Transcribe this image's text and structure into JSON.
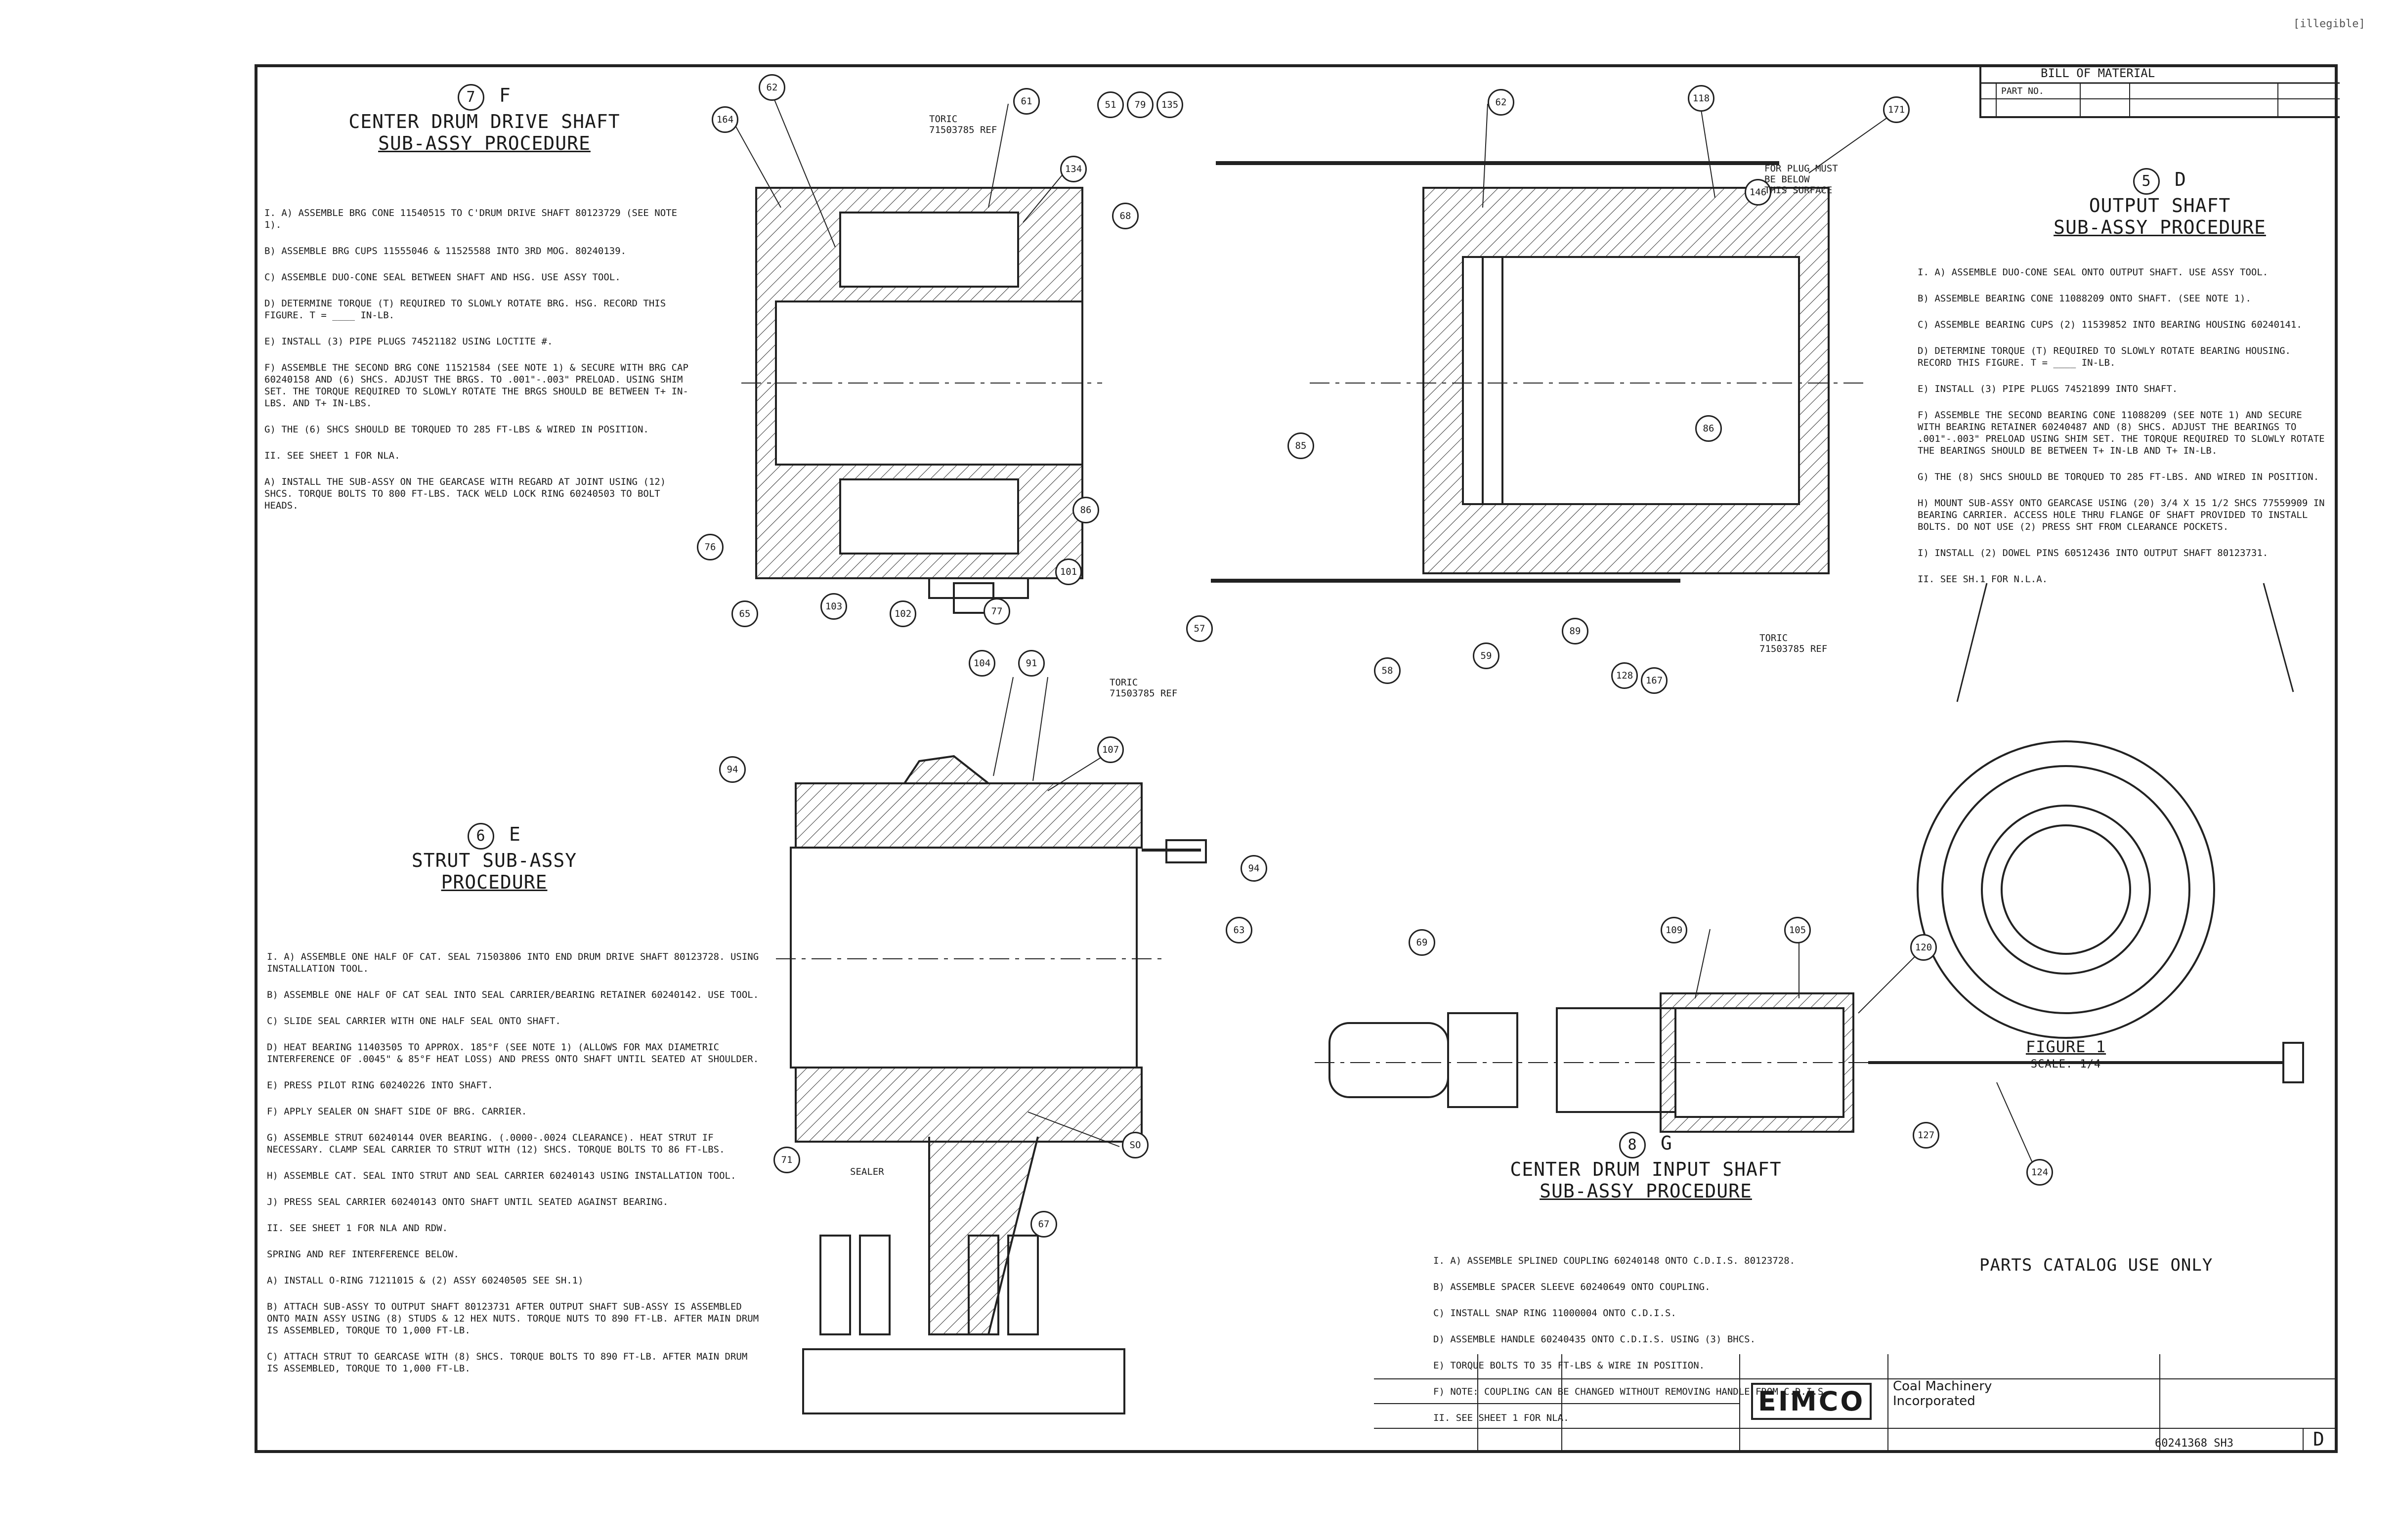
{
  "drawing_id": "[illegible]",
  "bill_of_material": {
    "title": "BILL OF MATERIAL",
    "part_no_label": "PART NO."
  },
  "sections": {
    "seven": {
      "number": "7",
      "letter": "F",
      "title_line1": "CENTER DRUM DRIVE SHAFT",
      "title_line2": "SUB-ASSY PROCEDURE",
      "steps": [
        "I. A) ASSEMBLE BRG CONE 11540515 TO C'DRUM DRIVE SHAFT 80123729 (SEE NOTE 1).",
        "B) ASSEMBLE BRG CUPS 11555046 & 11525588 INTO 3RD MOG. 80240139.",
        "C) ASSEMBLE DUO-CONE SEAL BETWEEN SHAFT AND HSG. USE ASSY TOOL.",
        "D) DETERMINE TORQUE (T) REQUIRED TO SLOWLY ROTATE BRG. HSG. RECORD THIS FIGURE. T = ____ IN-LB.",
        "E) INSTALL (3) PIPE PLUGS 74521182 USING LOCTITE #.",
        "F) ASSEMBLE THE SECOND BRG CONE 11521584 (SEE NOTE 1) & SECURE WITH BRG CAP 60240158 AND (6) SHCS. ADJUST THE BRGS. TO .001\"-.003\" PRELOAD. USING SHIM SET. THE TORQUE REQUIRED TO SLOWLY ROTATE THE BRGS SHOULD BE BETWEEN T+ IN-LBS. AND T+ IN-LBS.",
        "G) THE (6) SHCS SHOULD BE TORQUED TO 285 FT-LBS & WIRED IN POSITION.",
        "II. SEE SHEET 1 FOR NLA.",
        "A) INSTALL THE SUB-ASSY ON THE GEARCASE WITH REGARD AT JOINT USING (12) SHCS. TORQUE BOLTS TO 800 FT-LBS. TACK WELD LOCK RING 60240503 TO BOLT HEADS."
      ]
    },
    "five": {
      "number": "5",
      "letter": "D",
      "title_line1": "OUTPUT SHAFT",
      "title_line2": "SUB-ASSY PROCEDURE",
      "steps": [
        "I. A) ASSEMBLE DUO-CONE SEAL ONTO OUTPUT SHAFT. USE ASSY TOOL.",
        "B) ASSEMBLE BEARING CONE 11088209 ONTO SHAFT. (SEE NOTE 1).",
        "C) ASSEMBLE BEARING CUPS (2) 11539852 INTO BEARING HOUSING 60240141.",
        "D) DETERMINE TORQUE (T) REQUIRED TO SLOWLY ROTATE BEARING HOUSING. RECORD THIS FIGURE. T = ____ IN-LB.",
        "E) INSTALL (3) PIPE PLUGS 74521899 INTO SHAFT.",
        "F) ASSEMBLE THE SECOND BEARING CONE 11088209 (SEE NOTE 1) AND SECURE WITH BEARING RETAINER 60240487 AND (8) SHCS. ADJUST THE BEARINGS TO .001\"-.003\" PRELOAD USING SHIM SET. THE TORQUE REQUIRED TO SLOWLY ROTATE THE BEARINGS SHOULD BE BETWEEN T+ IN-LB AND T+ IN-LB.",
        "G) THE (8) SHCS SHOULD BE TORQUED TO 285 FT-LBS. AND WIRED IN POSITION.",
        "H) MOUNT SUB-ASSY ONTO GEARCASE USING (20) 3/4 X 15 1/2 SHCS 77559909 IN BEARING CARRIER. ACCESS HOLE THRU FLANGE OF SHAFT PROVIDED TO INSTALL BOLTS. DO NOT USE (2) PRESS SHT FROM CLEARANCE POCKETS.",
        "I) INSTALL (2) DOWEL PINS 60512436 INTO OUTPUT SHAFT 80123731.",
        "II. SEE SH.1 FOR N.L.A."
      ]
    },
    "six": {
      "number": "6",
      "letter": "E",
      "title_line1": "STRUT SUB-ASSY",
      "title_line2": "PROCEDURE",
      "steps": [
        "I. A) ASSEMBLE ONE HALF OF CAT. SEAL 71503806 INTO END DRUM DRIVE SHAFT 80123728. USING INSTALLATION TOOL.",
        "B) ASSEMBLE ONE HALF OF CAT SEAL INTO SEAL CARRIER/BEARING RETAINER 60240142. USE TOOL.",
        "C) SLIDE SEAL CARRIER WITH ONE HALF SEAL ONTO SHAFT.",
        "D) HEAT BEARING 11403505 TO APPROX. 185°F (SEE NOTE 1) (ALLOWS FOR MAX DIAMETRIC INTERFERENCE OF .0045\" & 85°F HEAT LOSS) AND PRESS ONTO SHAFT UNTIL SEATED AT SHOULDER.",
        "E) PRESS PILOT RING 60240226 INTO SHAFT.",
        "F) APPLY SEALER ON SHAFT SIDE OF BRG. CARRIER.",
        "G) ASSEMBLE STRUT 60240144 OVER BEARING. (.0000-.0024 CLEARANCE). HEAT STRUT IF NECESSARY. CLAMP SEAL CARRIER TO STRUT WITH (12) SHCS. TORQUE BOLTS TO 86 FT-LBS.",
        "H) ASSEMBLE CAT. SEAL INTO STRUT AND SEAL CARRIER 60240143 USING INSTALLATION TOOL.",
        "J) PRESS SEAL CARRIER 60240143 ONTO SHAFT UNTIL SEATED AGAINST BEARING.",
        "II. SEE SHEET 1 FOR NLA AND RDW.",
        "SPRING AND REF INTERFERENCE BELOW.",
        "A) INSTALL O-RING 71211015 & (2) ASSY 60240505 SEE SH.1)",
        "B) ATTACH SUB-ASSY TO OUTPUT SHAFT 80123731 AFTER OUTPUT SHAFT SUB-ASSY IS ASSEMBLED ONTO MAIN ASSY USING (8) STUDS & 12 HEX NUTS. TORQUE NUTS TO 890 FT-LB. AFTER MAIN DRUM IS ASSEMBLED, TORQUE TO 1,000 FT-LB.",
        "C) ATTACH STRUT TO GEARCASE WITH (8) SHCS. TORQUE BOLTS TO 890 FT-LB. AFTER MAIN DRUM IS ASSEMBLED, TORQUE TO 1,000 FT-LB."
      ]
    },
    "eight": {
      "number": "8",
      "letter": "G",
      "title_line1": "CENTER DRUM INPUT SHAFT",
      "title_line2": "SUB-ASSY PROCEDURE",
      "steps": [
        "I. A) ASSEMBLE SPLINED COUPLING 60240148 ONTO C.D.I.S. 80123728.",
        "B) ASSEMBLE SPACER SLEEVE 60240649 ONTO COUPLING.",
        "C) INSTALL SNAP RING 11000004 ONTO C.D.I.S.",
        "D) ASSEMBLE HANDLE 60240435 ONTO C.D.I.S. USING (3) BHCS.",
        "E) TORQUE BOLTS TO 35 FT-LBS & WIRE IN POSITION.",
        "F) NOTE: COUPLING CAN BE CHANGED WITHOUT REMOVING HANDLE FROM C.D.I.S.",
        "II. SEE SHEET 1 FOR NLA."
      ]
    }
  },
  "callouts": {
    "toric_1": "TORIC\n71503785 REF",
    "toric_2": "TORIC\n71503785 REF",
    "toric_3": "TORIC\n71503785 REF",
    "pipe_plug": "FOR PLUG MUST\nBE BELOW\nTHIS SURFACE",
    "sealer": "SEALER"
  },
  "figure1": {
    "title": "FIGURE 1",
    "scale": "SCALE: 1/4"
  },
  "balloons": [
    "62",
    "164",
    "61",
    "51",
    "79",
    "135",
    "134",
    "68",
    "86",
    "101",
    "77",
    "102",
    "103",
    "65",
    "76",
    "62",
    "67",
    "118",
    "171",
    "146",
    "85",
    "86",
    "57",
    "58",
    "59",
    "89",
    "128",
    "167",
    "104",
    "91",
    "107",
    "94",
    "94",
    "63",
    "69",
    "109",
    "105",
    "120",
    "127",
    "124",
    "71",
    "SO"
  ],
  "parts_catalog": "PARTS CATALOG USE ONLY",
  "title_block": {
    "company_logo": "EIMCO",
    "company_name": "Coal Machinery\nIncorporated",
    "drawing_number": "60241368 SH3",
    "revision": "D"
  }
}
